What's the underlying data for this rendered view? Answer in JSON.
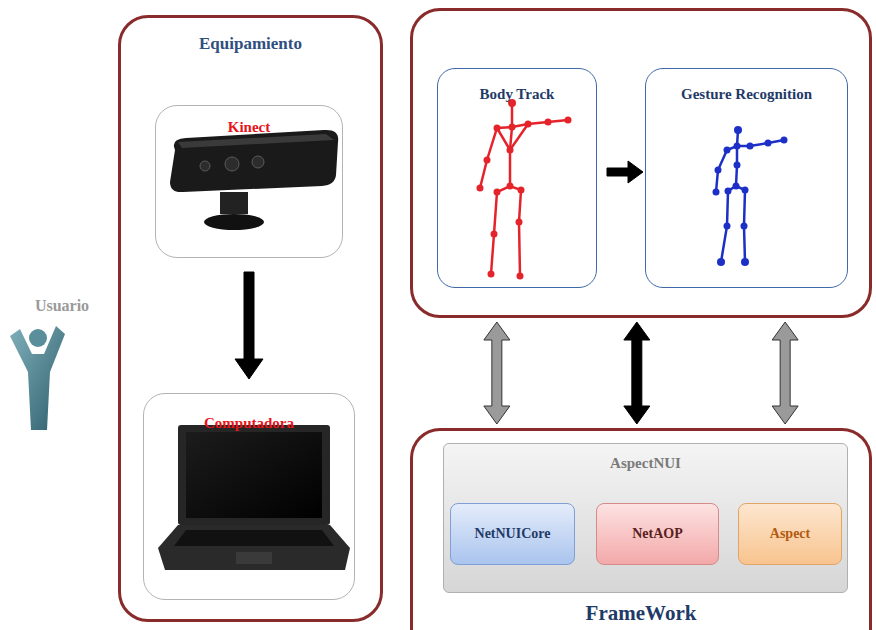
{
  "diagram": {
    "nodes": [
      {
        "text": [
          "Equipamiento"
        ]
      },
      {
        "text": [
          "Kinect"
        ],
        "in": 0
      },
      {
        "text": [
          "Computadora"
        ],
        "in": 0
      },
      {
        "text": []
      },
      {
        "text": [
          "Body Track"
        ],
        "in": 3
      },
      {
        "text": [
          "Gesture Recognition"
        ],
        "in": 3
      },
      {
        "text": [
          "FrameWork"
        ]
      },
      {
        "text": [
          "AspectNUI"
        ],
        "in": 6
      },
      {
        "text": [
          "NetNUICore"
        ],
        "in": 7
      },
      {
        "text": [
          "NetAOP"
        ],
        "in": 7
      },
      {
        "text": [
          "Aspect"
        ],
        "in": 7
      }
    ],
    "edges": [
      {
        "from": 1,
        "to": 2,
        "arrow": "to"
      },
      {
        "from": 4,
        "to": 5,
        "arrow": "to"
      },
      {
        "from": 3,
        "to": 6,
        "arrow": "both"
      },
      {
        "from": 3,
        "to": 6,
        "arrow": "both"
      },
      {
        "from": 3,
        "to": 6,
        "arrow": "both"
      }
    ],
    "labels": [
      "Usuario"
    ]
  }
}
